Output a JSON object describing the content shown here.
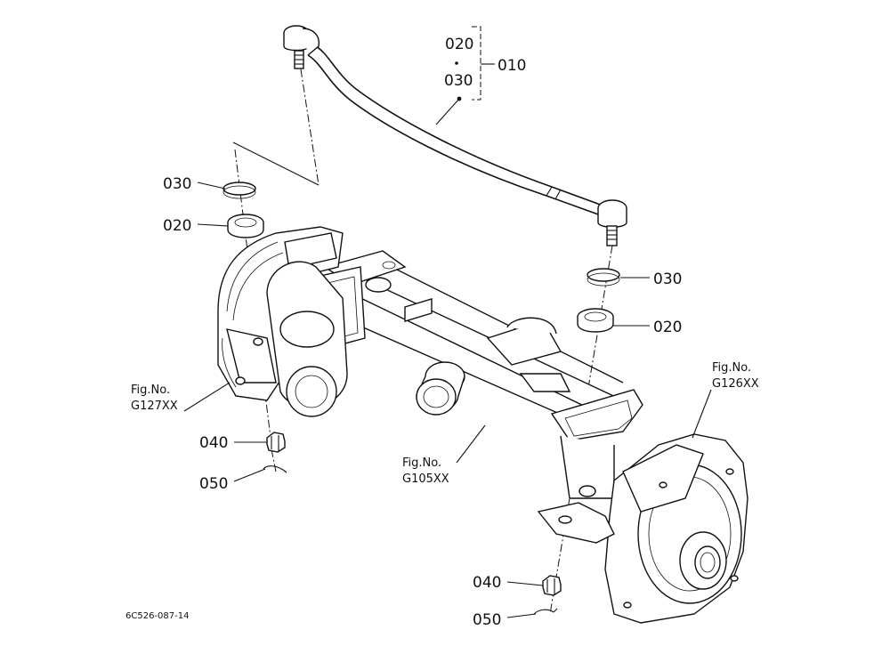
{
  "callouts": {
    "tie_rod_upper": "020",
    "tie_rod_lower": "030",
    "tie_rod_assy": "010",
    "left_seal_top": "030",
    "left_seal_bottom": "020",
    "right_seal_top": "030",
    "right_seal_bottom": "020",
    "left_nut": "040",
    "left_pin": "050",
    "right_nut": "040",
    "right_pin": "050"
  },
  "figure_refs": {
    "left_housing": {
      "line1": "Fig.No.",
      "line2": "G127XX"
    },
    "axle_case": {
      "line1": "Fig.No.",
      "line2": "G105XX"
    },
    "right_housing": {
      "line1": "Fig.No.",
      "line2": "G126XX"
    }
  },
  "drawing_code": "6C526-087-14"
}
